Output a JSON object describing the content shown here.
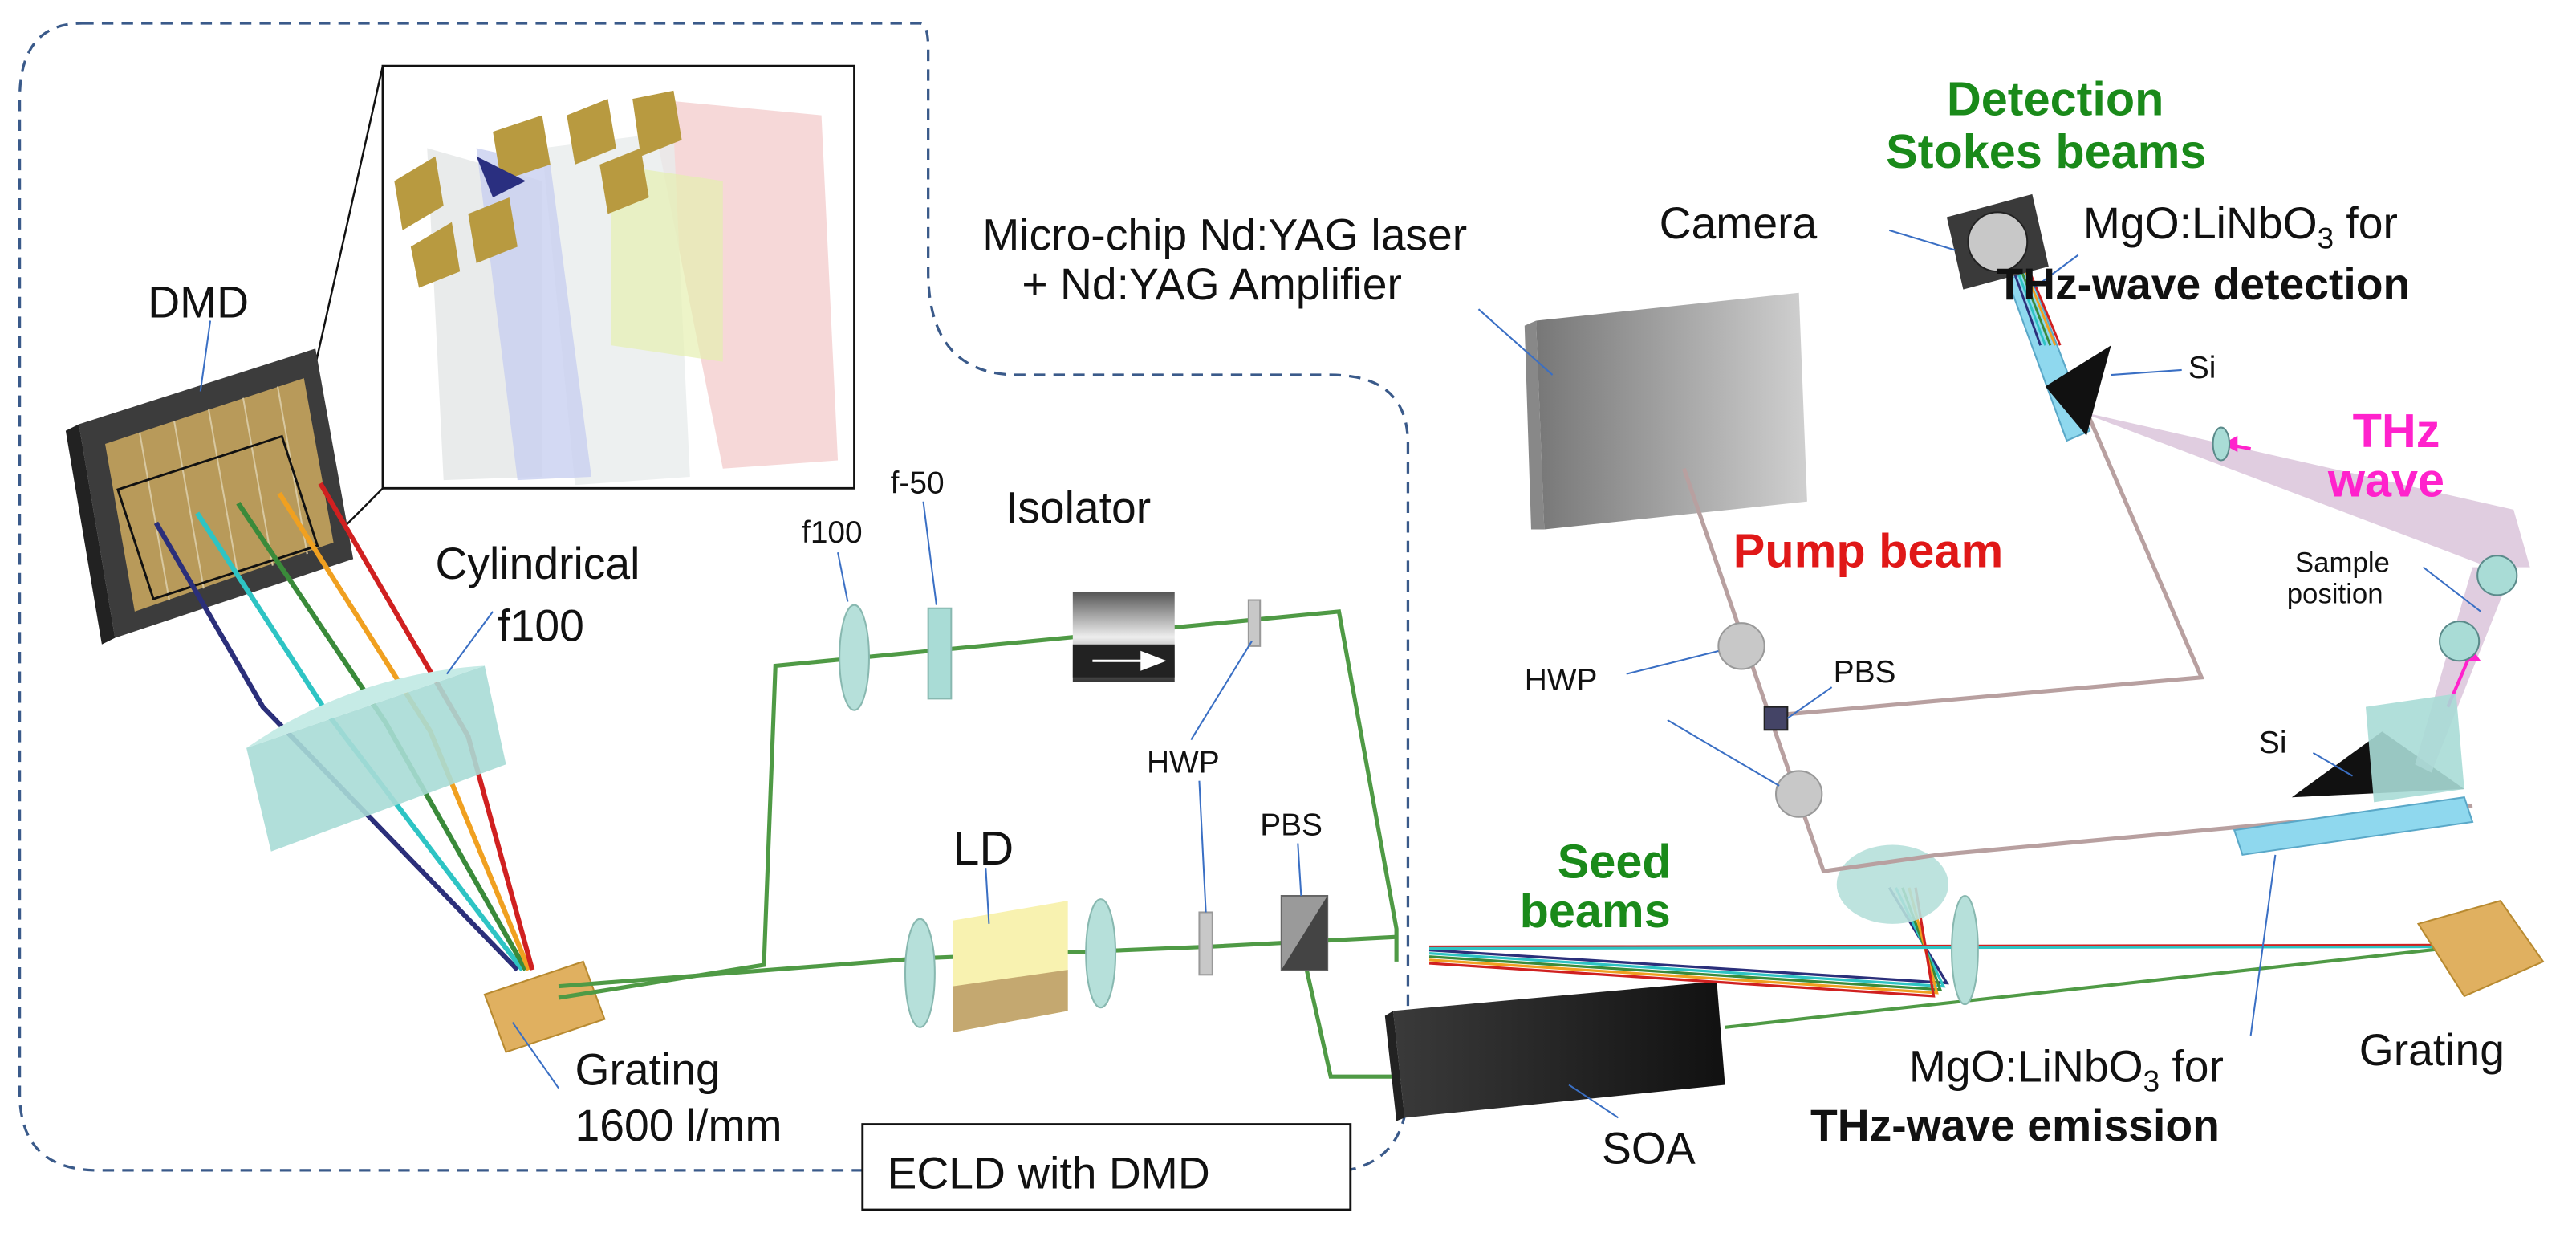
{
  "labels": {
    "dmd": "DMD",
    "cylindrical_line1": "Cylindrical",
    "cylindrical_line2": "f100",
    "f100": "f100",
    "f50": "f-50",
    "isolator": "Isolator",
    "hwp_left": "HWP",
    "pbs_left": "PBS",
    "ld": "LD",
    "grating_left_line1": "Grating",
    "grating_left_line2": "1600 l/mm",
    "ecld_box": "ECLD with DMD",
    "laser_line1": "Micro-chip Nd:YAG laser",
    "laser_line2": "+ Nd:YAG Amplifier",
    "pump_beam": "Pump beam",
    "hwp_right": "HWP",
    "pbs_right": "PBS",
    "seed_line1": "Seed",
    "seed_line2": "beams",
    "soa": "SOA",
    "emission_line1_a": "MgO:LiNbO",
    "emission_line1_sub": "3",
    "emission_line1_b": " for",
    "emission_line2": "THz-wave emission",
    "grating_right": "Grating",
    "camera": "Camera",
    "detection_line1": "Detection",
    "detection_line2": "Stokes beams",
    "detection_crystal_line1_a": "MgO:LiNbO",
    "detection_crystal_line1_sub": "3",
    "detection_crystal_line1_b": " for",
    "detection_crystal_line2": "THz-wave detection",
    "si_top": "Si",
    "si_bottom": "Si",
    "thz_line1": "THz",
    "thz_line2": "wave",
    "sample_line1": "Sample",
    "sample_line2": "position"
  },
  "colors": {
    "green_beam": "#4f9a45",
    "pump_beam": "#b8a0a0",
    "thz_beam": "#c8b0c8",
    "label_red": "#e01818",
    "label_green": "#1a8a1a",
    "label_magenta": "#ff22cc",
    "dashed_outline": "#3a5a8a",
    "leader_line": "#3a6fc4",
    "rainbow": [
      "#2b2f7a",
      "#2ec4c4",
      "#3a8a3a",
      "#f0a020",
      "#d02020"
    ]
  }
}
